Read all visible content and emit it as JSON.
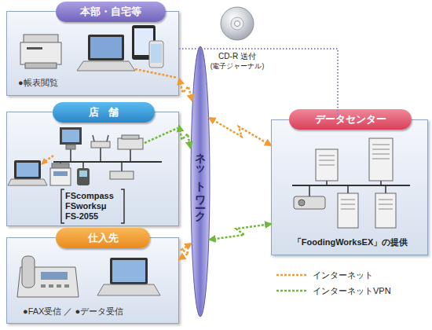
{
  "diagram": {
    "nodes": [
      {
        "text": [
          "本部・自宅等",
          "●帳表閲覧"
        ]
      },
      {
        "text": [
          "店舗",
          "FScompass FSworksμ FS-2055"
        ]
      },
      {
        "text": [
          "仕入先",
          "●FAX受信 ／ ●データ受信"
        ]
      },
      {
        "text": [
          "ネットワーク"
        ]
      },
      {
        "text": [
          "データセンター",
          "「FoodingWorksEX」の提供"
        ]
      }
    ],
    "edges": [
      {
        "from": 0,
        "to": 3,
        "arrow": "both"
      },
      {
        "from": 1,
        "to": 3,
        "arrow": "both"
      },
      {
        "from": 2,
        "to": 3,
        "arrow": "both"
      },
      {
        "from": 3,
        "to": 4,
        "arrow": "both"
      },
      {
        "from": 3,
        "to": 4,
        "arrow": "both"
      },
      {
        "from": 0,
        "to": 4,
        "arrow": "none"
      }
    ],
    "labels": [
      "CD-R 送付",
      "(電子ジャーナル)"
    ],
    "legend": [
      {
        "text": "インターネット"
      },
      {
        "text": "インターネットVPN"
      }
    ]
  }
}
